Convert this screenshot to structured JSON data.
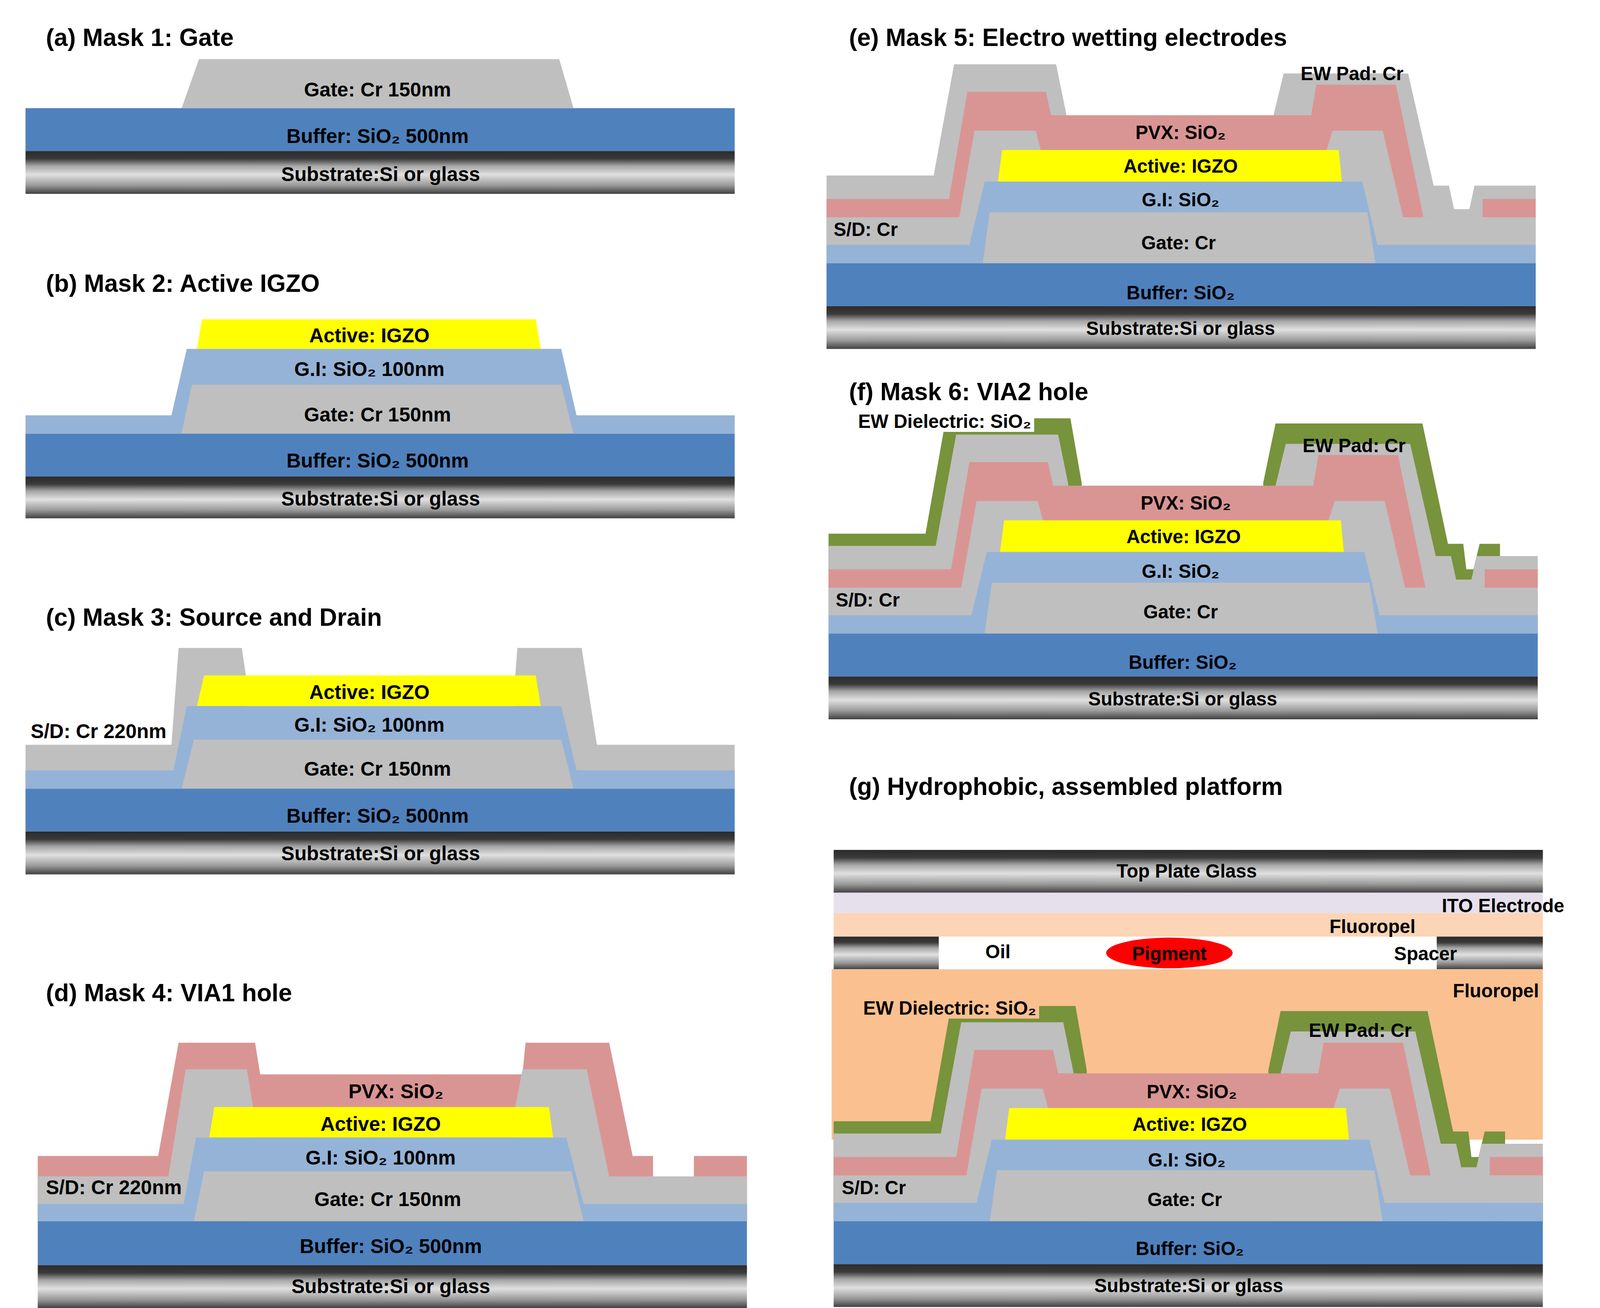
{
  "diagram": {
    "labels": [
      "(a) Mask 1: Gate",
      "Gate: Cr 150nm",
      "Buffer: SiO₂ 500nm",
      "Substrate:Si or glass",
      "(b) Mask 2: Active IGZO",
      "Active: IGZO",
      "G.I: SiO₂ 100nm",
      "Gate: Cr 150nm",
      "Buffer: SiO₂ 500nm",
      "Substrate:Si or glass",
      "(c) Mask 3: Source and Drain",
      "Active: IGZO",
      "G.I: SiO₂ 100nm",
      "S/D: Cr 220nm",
      "Gate: Cr 150nm",
      "Buffer: SiO₂ 500nm",
      "Substrate:Si or glass",
      "(d) Mask 4: VIA1 hole",
      "PVX: SiO₂",
      "Active: IGZO",
      "G.I: SiO₂ 100nm",
      "S/D: Cr 220nm",
      "Gate: Cr 150nm",
      "Buffer: SiO₂ 500nm",
      "Substrate:Si or glass",
      "(e) Mask 5: Electro wetting electrodes",
      "EW Pad: Cr",
      "PVX: SiO₂",
      "Active: IGZO",
      "G.I: SiO₂",
      "S/D: Cr",
      "Gate: Cr",
      "Buffer: SiO₂",
      "Substrate:Si or glass",
      "(f) Mask 6: VIA2 hole",
      "EW Dielectric: SiO₂",
      "EW Pad: Cr",
      "PVX: SiO₂",
      "Active: IGZO",
      "G.I: SiO₂",
      "S/D: Cr",
      "Gate: Cr",
      "Buffer: SiO₂",
      "Substrate:Si or glass",
      "(g) Hydrophobic, assembled platform",
      "Top Plate Glass",
      "ITO Electrode",
      "Fluoropel",
      "Oil",
      "Pigment",
      "Spacer",
      "Fluoropel",
      "EW Dielectric: SiO₂",
      "EW Pad: Cr",
      "PVX: SiO₂",
      "Active: IGZO",
      "G.I: SiO₂",
      "S/D: Cr",
      "Gate: Cr",
      "Buffer: SiO₂",
      "Substrate:Si or glass"
    ]
  }
}
